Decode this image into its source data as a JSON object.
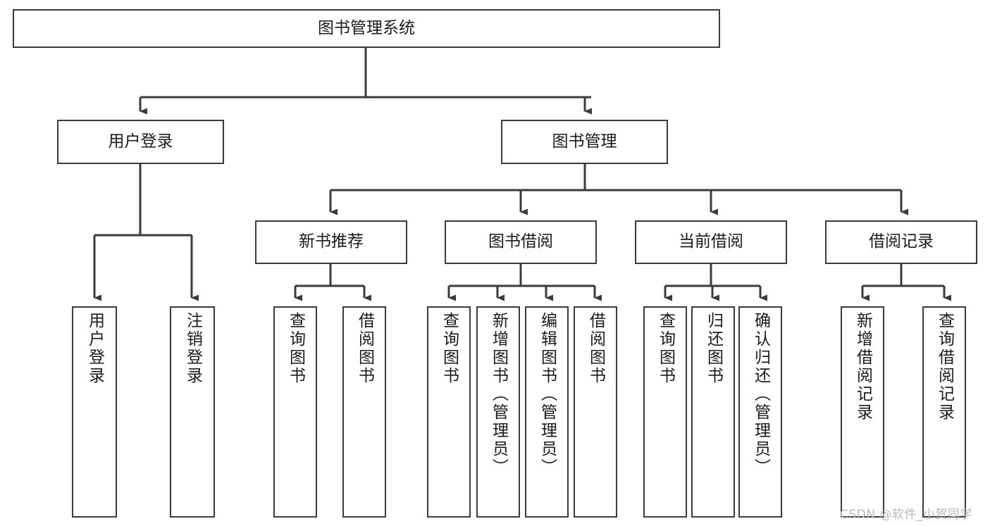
{
  "diagram": {
    "type": "tree-hierarchy",
    "title": "图书管理系统",
    "root": {
      "id": "root",
      "label": "图书管理系统"
    },
    "level2": [
      {
        "id": "user-login",
        "label": "用户登录"
      },
      {
        "id": "book-management",
        "label": "图书管理"
      }
    ],
    "level3": [
      {
        "id": "new-book-recommend",
        "label": "新书推荐",
        "parent": "book-management"
      },
      {
        "id": "book-borrow",
        "label": "图书借阅",
        "parent": "book-management"
      },
      {
        "id": "current-borrow",
        "label": "当前借阅",
        "parent": "book-management"
      },
      {
        "id": "borrow-record",
        "label": "借阅记录",
        "parent": "book-management"
      }
    ],
    "leaves": [
      {
        "id": "leaf-user-login",
        "label": "用户登录",
        "parent": "user-login"
      },
      {
        "id": "leaf-logout",
        "label": "注销登录",
        "parent": "user-login"
      },
      {
        "id": "leaf-query-book-1",
        "label": "查询图书",
        "parent": "new-book-recommend"
      },
      {
        "id": "leaf-borrow-book-1",
        "label": "借阅图书",
        "parent": "new-book-recommend"
      },
      {
        "id": "leaf-query-book-2",
        "label": "查询图书",
        "parent": "book-borrow"
      },
      {
        "id": "leaf-add-book",
        "label": "新增图书（管理员）",
        "parent": "book-borrow"
      },
      {
        "id": "leaf-edit-book",
        "label": "编辑图书（管理员）",
        "parent": "book-borrow"
      },
      {
        "id": "leaf-borrow-book-2",
        "label": "借阅图书",
        "parent": "book-borrow"
      },
      {
        "id": "leaf-query-book-3",
        "label": "查询图书",
        "parent": "current-borrow"
      },
      {
        "id": "leaf-return-book",
        "label": "归还图书",
        "parent": "current-borrow"
      },
      {
        "id": "leaf-confirm-return",
        "label": "确认归还（管理员）",
        "parent": "current-borrow"
      },
      {
        "id": "leaf-add-record",
        "label": "新增借阅记录",
        "parent": "borrow-record"
      },
      {
        "id": "leaf-query-record",
        "label": "查询借阅记录",
        "parent": "borrow-record"
      }
    ],
    "watermark": "CSDN @软件_小贺同学",
    "colors": {
      "stroke": "#3b3b3b",
      "background": "#ffffff",
      "text": "#1b1b1b",
      "watermark": "#b9b9b9"
    }
  }
}
